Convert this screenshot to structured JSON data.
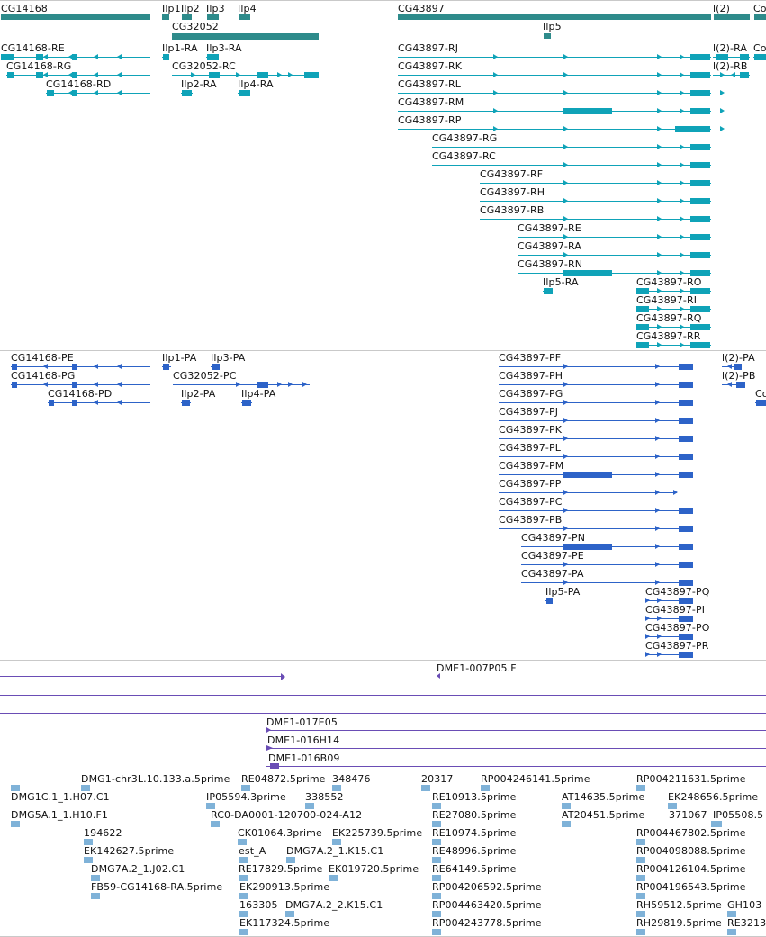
{
  "colors": {
    "gene": "#2e8b8b",
    "transcript": "#0fa3b8",
    "protein": "#2d63c8",
    "clone": "#6a4db5",
    "est": "#7fb2d8",
    "divider": "#c9c9c9"
  },
  "tracks": {
    "genes": {
      "labels": [
        "CG14168",
        "Ilp1",
        "Ilp2",
        "Ilp3",
        "Ilp4",
        "CG43897",
        "l(2)",
        "Co",
        "CG32052",
        "Ilp5"
      ]
    },
    "transcripts": {
      "labels": [
        "CG14168-RE",
        "CG14168-RG",
        "CG14168-RD",
        "Ilp1-RA",
        "Ilp3-RA",
        "CG32052-RC",
        "Ilp2-RA",
        "Ilp4-RA",
        "CG43897-RJ",
        "CG43897-RK",
        "CG43897-RL",
        "CG43897-RM",
        "CG43897-RP",
        "CG43897-RG",
        "CG43897-RC",
        "CG43897-RF",
        "CG43897-RH",
        "CG43897-RB",
        "CG43897-RE",
        "CG43897-RA",
        "CG43897-RN",
        "Ilp5-RA",
        "CG43897-RO",
        "CG43897-RI",
        "CG43897-RQ",
        "CG43897-RR",
        "l(2)-RA",
        "l(2)-RB",
        "Co"
      ]
    },
    "proteins": {
      "labels": [
        "CG14168-PE",
        "CG14168-PG",
        "CG14168-PD",
        "Ilp1-PA",
        "Ilp3-PA",
        "CG32052-PC",
        "Ilp2-PA",
        "Ilp4-PA",
        "CG43897-PF",
        "CG43897-PH",
        "CG43897-PG",
        "CG43897-PJ",
        "CG43897-PK",
        "CG43897-PL",
        "CG43897-PM",
        "CG43897-PP",
        "CG43897-PC",
        "CG43897-PB",
        "CG43897-PN",
        "CG43897-PE",
        "CG43897-PA",
        "Ilp5-PA",
        "CG43897-PQ",
        "CG43897-PI",
        "CG43897-PO",
        "CG43897-PR",
        "l(2)-PA",
        "l(2)-PB",
        "Co"
      ]
    },
    "clones_a": {
      "labels": [
        "DME1-007P05.F"
      ]
    },
    "clones_b": {
      "labels": [
        "DME1-017E05",
        "DME1-016H14",
        "DME1-016B09"
      ]
    },
    "ests": {
      "labels": [
        "DMG1-chr3L.10.133.a.5prime",
        "RE04872.5prime",
        "348476",
        "20317",
        "RP004246141.5prime",
        "RP004211631.5prime",
        "DMG1C.1_1.H07.C1",
        "IP05594.3prime",
        "338552",
        "RE10913.5prime",
        "AT14635.5prime",
        "EK248656.5prime",
        "DMG5A.1_1.H10.F1",
        "RC0-DA0001-120700-024-A12",
        "RE27080.5prime",
        "AT20451.5prime",
        "371067",
        "IP05508.5",
        "194622",
        "CK01064.3prime",
        "EK225739.5prime",
        "RE10974.5prime",
        "RP004467802.5prime",
        "EK142627.5prime",
        "est_A",
        "DMG7A.2_1.K15.C1",
        "RE48996.5prime",
        "RP004098088.5prime",
        "DMG7A.2_1.J02.C1",
        "RE17829.5prime",
        "EK019720.5prime",
        "RE64149.5prime",
        "RP004126104.5prime",
        "FB59-CG14168-RA.5prime",
        "EK290913.5prime",
        "RP004206592.5prime",
        "RP004196543.5prime",
        "163305",
        "DMG7A.2_2.K15.C1",
        "RP004463420.5prime",
        "RH59512.5prime",
        "GH103",
        "EK117324.5prime",
        "RP004243778.5prime",
        "RH29819.5prime",
        "RE3213"
      ]
    }
  }
}
